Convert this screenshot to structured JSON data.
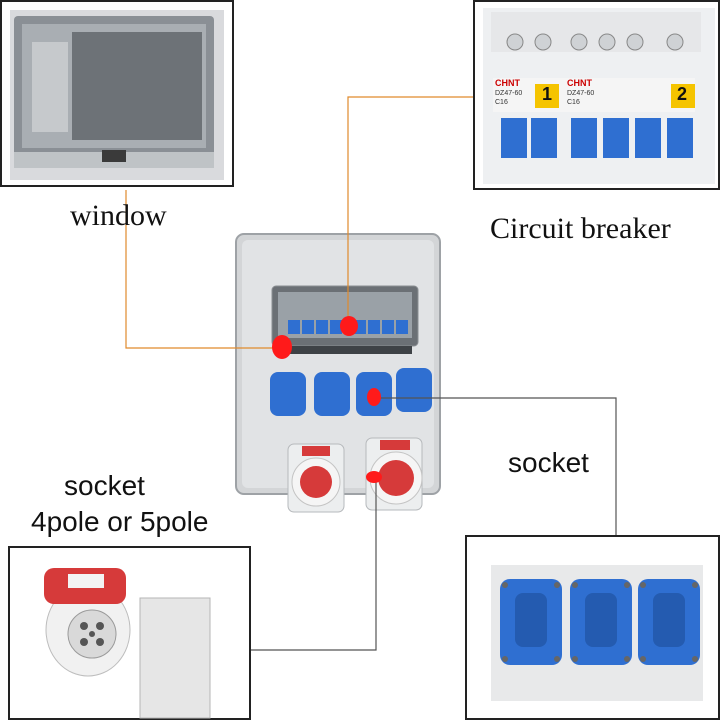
{
  "labels": {
    "window": "window",
    "circuit_breaker": "Circuit breaker",
    "socket_right": "socket",
    "socket_left_line1": "socket",
    "socket_left_line2": "4pole or 5pole"
  },
  "breaker_photo": {
    "brand": "CHNT",
    "left_model": "DZ47-60",
    "left_rating": "C16",
    "right_model": "DZ47-60",
    "right_rating": "C16",
    "left_number": "1",
    "right_number": "2"
  },
  "colors": {
    "leader_line_orange": "#e08a2c",
    "leader_line_gray": "#555555",
    "marker_red": "#ff1a1a",
    "socket_blue": "#2f6fd1",
    "industrial_red": "#d63a3a"
  }
}
